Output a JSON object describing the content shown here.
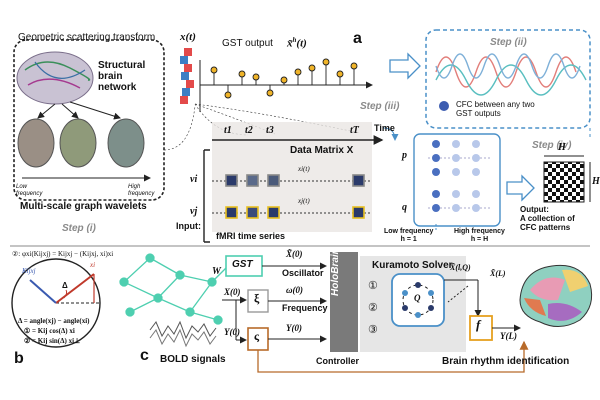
{
  "panel_a": {
    "letter": "a",
    "gst_title": "Geometric scattering transform",
    "structural_network": "Structural\nbrain\nnetwork",
    "low_frequency": "Low\nfrequency",
    "high_frequency": "High\nfrequency",
    "multiscale": "Multi-scale graph wavelets",
    "step1": "Step (i)",
    "xt": "x(t)",
    "gst_output": "GST output",
    "x_hat": "x̃",
    "x_hat_sup": "h",
    "x_hat_arg": "(t)",
    "step2": "Step (ii)",
    "step3": "Step (iii)",
    "step4": "Step (iv)",
    "cfc_between": "CFC between any two\nGST outputs",
    "time": "Time",
    "data_matrix": "Data Matrix X",
    "t1": "t1",
    "t2": "t2",
    "t3": "t3",
    "tT": "tT",
    "vi": "vi",
    "vj": "vj",
    "xi_t": "xi(t)",
    "xj_t": "xj(t)",
    "input": "Input:",
    "fmri": "fMRI time series",
    "p": "p",
    "q": "q",
    "low_freq_h": "Low frequency\nh = 1",
    "high_freq_h": "High frequency\nh = H",
    "H_top": "H",
    "H_side": "H",
    "output": "Output:\nA collection of\nCFC patterns"
  },
  "panel_b": {
    "letter": "b",
    "eq_top": "②: φxi(Kijxj) = Kijxj − (Kijxj, xi)xi",
    "kijxj": "Kijxj",
    "xi": "xi",
    "delta": "Δ",
    "delta_eq": "Δ = angle(xj) − angle(xi)",
    "eq1": "① = Kij cos(Δ) xi",
    "eq2": "② = Kij sin(Δ) xi⊥"
  },
  "panel_c": {
    "letter": "c",
    "bold": "BOLD signals",
    "W": "W",
    "GST": "GST",
    "x0": "X(0)",
    "xi_box": "ξ",
    "zeta_box": "ς",
    "y0": "Y(0)",
    "xtilde0": "X̃(0)",
    "oscillator": "Oscillator",
    "omega0": "ω(0)",
    "frequency": "Frequency",
    "y0b": "Y(0)",
    "controller": "Controller",
    "holobrain": "HoloBrain",
    "kuramoto": "Kuramoto Solver",
    "c1": "①",
    "c2": "②",
    "c3": "③",
    "Q": "Q",
    "xtilde_lQ": "X̃(l,Q)",
    "xtilde_L": "X̃(L)",
    "f": "f",
    "yL": "Y(L)",
    "rhythm": "Brain rhythm identification"
  }
}
